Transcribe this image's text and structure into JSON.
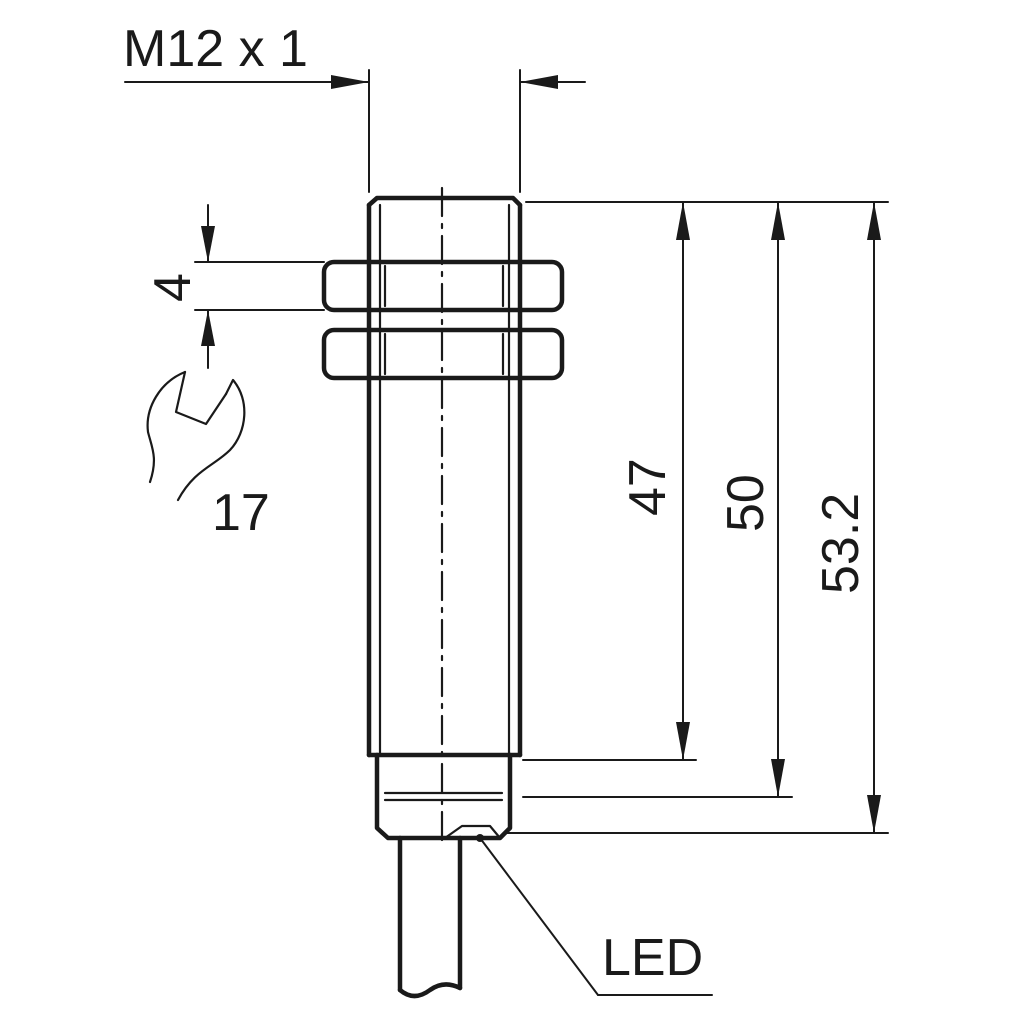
{
  "labels": {
    "thread": "M12 x 1",
    "nut_thickness": "4",
    "wrench_size": "17",
    "dim_thread_length": "47",
    "dim_body_length": "50",
    "dim_total_length": "53.2",
    "led": "LED"
  },
  "colors": {
    "ink": "#1a1a1a",
    "background": "#ffffff"
  },
  "icons": {
    "wrench": "wrench-icon"
  }
}
